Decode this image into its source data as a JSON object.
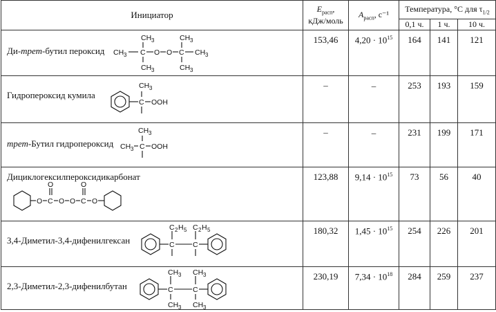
{
  "header": {
    "initiator": "Инициатор",
    "e_main": "E",
    "e_sub": "расп",
    "e_unit": "кДж/моль",
    "a_main": "A",
    "a_sub": "расп",
    "a_unit": ", с⁻¹",
    "temp_label": "Температура, °С для τ",
    "temp_sub": "1/2",
    "t1": "0,1 ч.",
    "t2": "1 ч.",
    "t3": "10 ч."
  },
  "rows": [
    {
      "prefix": "Ди-",
      "italic": "трет",
      "name": "-бутил пероксид",
      "e": "153,46",
      "a_base": "4,20 · 10",
      "a_exp": "15",
      "t1": "164",
      "t2": "141",
      "t3": "121"
    },
    {
      "prefix": "",
      "italic": "",
      "name": "Гидропероксид кумила",
      "e": "–",
      "a_base": "–",
      "a_exp": "",
      "t1": "253",
      "t2": "193",
      "t3": "159"
    },
    {
      "prefix": "",
      "italic": "трет",
      "name": "-Бутил гидропероксид",
      "e": "–",
      "a_base": "–",
      "a_exp": "",
      "t1": "231",
      "t2": "199",
      "t3": "171"
    },
    {
      "prefix": "",
      "italic": "",
      "name": "Дициклогексилпероксидикарбонат",
      "e": "123,88",
      "a_base": "9,14 · 10",
      "a_exp": "15",
      "t1": "73",
      "t2": "56",
      "t3": "40"
    },
    {
      "prefix": "",
      "italic": "",
      "name": "3,4-Диметил-3,4-дифенилгексан",
      "e": "180,32",
      "a_base": "1,45 · 10",
      "a_exp": "15",
      "t1": "254",
      "t2": "226",
      "t3": "201"
    },
    {
      "prefix": "",
      "italic": "",
      "name": "2,3-Диметил-2,3-дифенилбутан",
      "e": "230,19",
      "a_base": "7,34 · 10",
      "a_exp": "18",
      "t1": "284",
      "t2": "259",
      "t3": "237"
    }
  ],
  "formula_labels": {
    "ch3": "CH",
    "three": "3",
    "ch3_left": "CH",
    "c": "C",
    "o": "O",
    "ooh": "OOH",
    "c2h5": "C",
    "two": "2",
    "h": "H",
    "five": "5"
  }
}
